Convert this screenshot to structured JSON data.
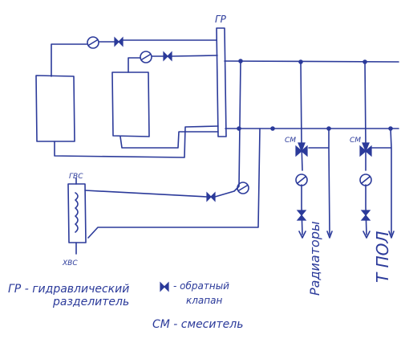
{
  "colors": {
    "ink": "#2b3a9a",
    "background": "#ffffff"
  },
  "labels": {
    "gr": "ГР",
    "gvs": "ГВС",
    "hvs": "ХВС",
    "cm_left": "СМ",
    "cm_right": "СМ",
    "radiators": "Радиаторы",
    "tpol": "Т ПОЛ"
  },
  "legend": {
    "gr_line1": "ГР - гидравлический",
    "gr_line2": "разделитель",
    "valve_line1": "- обратный",
    "valve_line2": "клапан",
    "cm_line": "СМ - смеситель"
  }
}
